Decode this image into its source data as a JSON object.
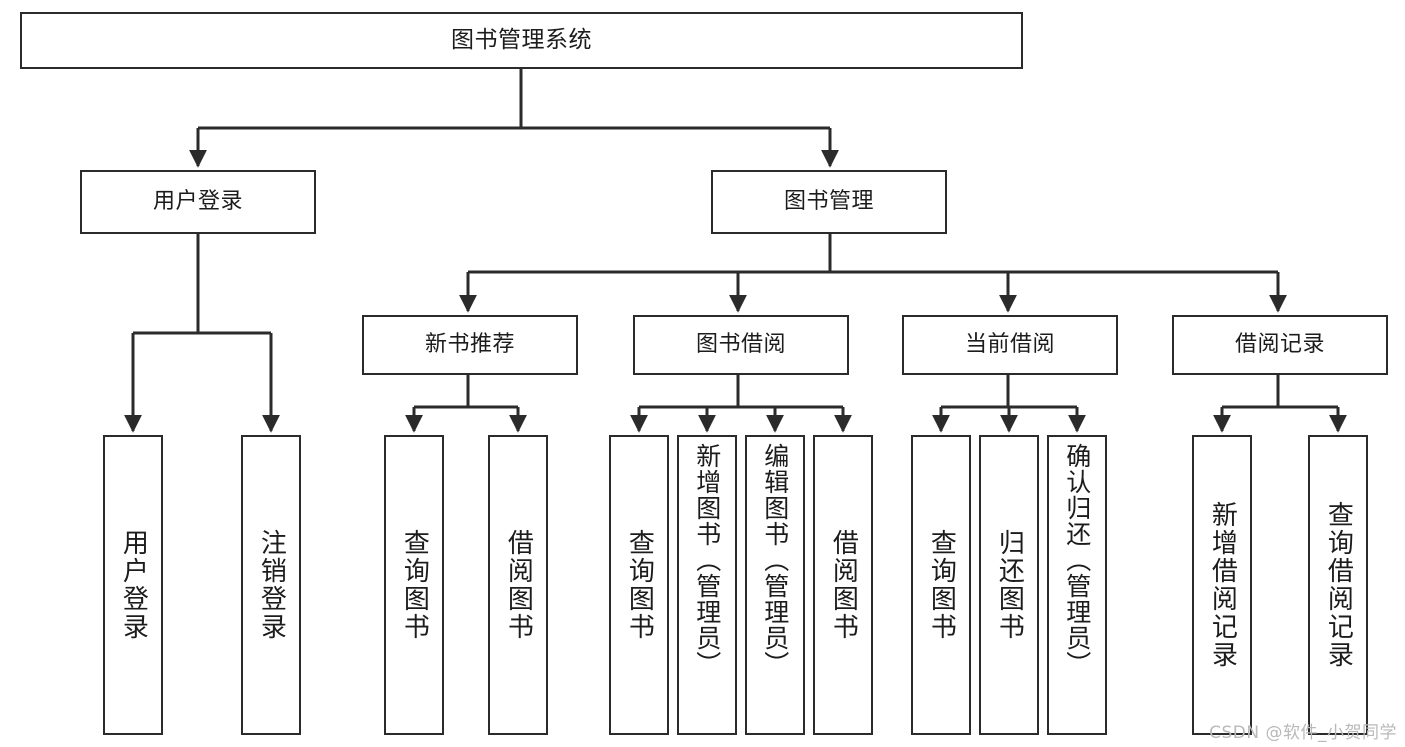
{
  "diagram": {
    "type": "tree-hierarchy",
    "title": "图书管理系统",
    "watermark": "CSDN @软件_小贺同学",
    "colors": {
      "box_border": "#2b2b2b",
      "box_fill": "#ffffff",
      "edge": "#2b2b2b",
      "text": "#1c1c1c",
      "watermark": "#b9b9b9",
      "background": "#ffffff"
    },
    "root": {
      "label": "图书管理系统"
    },
    "branches": [
      {
        "id": "user-login",
        "label": "用户登录",
        "children": [
          {
            "id": "user-login-do",
            "label": "用户登录"
          },
          {
            "id": "user-logout",
            "label": "注销登录"
          }
        ]
      },
      {
        "id": "book-management",
        "label": "图书管理",
        "children": [
          {
            "id": "new-book-recommend",
            "label": "新书推荐",
            "children": [
              {
                "id": "nbr-query-book",
                "label": "查询图书"
              },
              {
                "id": "nbr-borrow-book",
                "label": "借阅图书"
              }
            ]
          },
          {
            "id": "book-borrow",
            "label": "图书借阅",
            "children": [
              {
                "id": "bb-query-book",
                "label": "查询图书"
              },
              {
                "id": "bb-add-book",
                "label": "新增图书（管理员）"
              },
              {
                "id": "bb-edit-book",
                "label": "编辑图书（管理员）"
              },
              {
                "id": "bb-borrow-book",
                "label": "借阅图书"
              }
            ]
          },
          {
            "id": "current-borrow",
            "label": "当前借阅",
            "children": [
              {
                "id": "cb-query-book",
                "label": "查询图书"
              },
              {
                "id": "cb-return-book",
                "label": "归还图书"
              },
              {
                "id": "cb-confirm-return",
                "label": "确认归还（管理员）"
              }
            ]
          },
          {
            "id": "borrow-record",
            "label": "借阅记录",
            "children": [
              {
                "id": "br-add-record",
                "label": "新增借阅记录"
              },
              {
                "id": "br-query-record",
                "label": "查询借阅记录"
              }
            ]
          }
        ]
      }
    ]
  }
}
